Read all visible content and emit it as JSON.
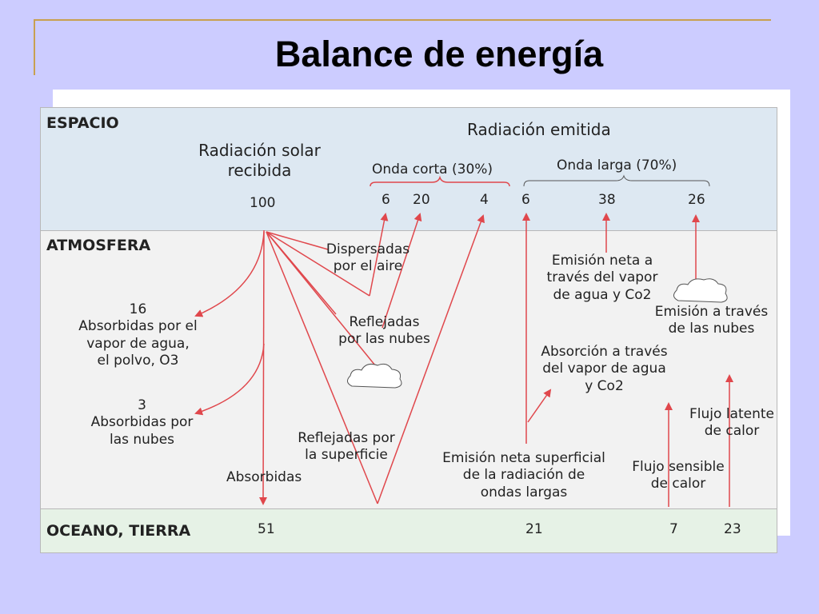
{
  "slide": {
    "title": "Balance de energía"
  },
  "diagram": {
    "zones": {
      "space": "ESPACIO",
      "atmosphere": "ATMOSFERA",
      "surface": "OCEANO, TIERRA"
    },
    "space": {
      "incoming_title": "Radiación solar\nrecibida",
      "incoming_value": "100",
      "emitted_title": "Radiación emitida",
      "short_wave": "Onda corta (30%)",
      "long_wave": "Onda larga (70%)",
      "values": [
        "6",
        "20",
        "4",
        "6",
        "38",
        "26"
      ]
    },
    "atmosphere": {
      "absorbed_vapor": "16\nAbsorbidas por el\nvapor de agua,\nel polvo, O3",
      "absorbed_clouds": "3\nAbsorbidas por\nlas nubes",
      "absorbed_surface": "Absorbidas",
      "scattered_air": "Dispersadas\npor el aire",
      "reflected_clouds": "Reflejadas\npor las nubes",
      "reflected_surface": "Reflejadas por\nla superficie",
      "net_emission_vapor": "Emisión neta a\ntravés del vapor\nde agua y Co2",
      "emission_clouds": "Emisión a través\nde las nubes",
      "absorption_vapor": "Absorción a través\ndel vapor de agua\ny Co2",
      "surface_emission": "Emisión neta superficial\nde la radiación de\nondas largas",
      "sensible_heat": "Flujo sensible\nde calor",
      "latent_heat": "Flujo latente\nde calor"
    },
    "surface": {
      "values": [
        "51",
        "21",
        "7",
        "23"
      ]
    },
    "colors": {
      "arrow": "#e0474c",
      "background": "#ccccff",
      "space_band": "#dde8f2",
      "surface_band": "#e6f2e6"
    }
  }
}
